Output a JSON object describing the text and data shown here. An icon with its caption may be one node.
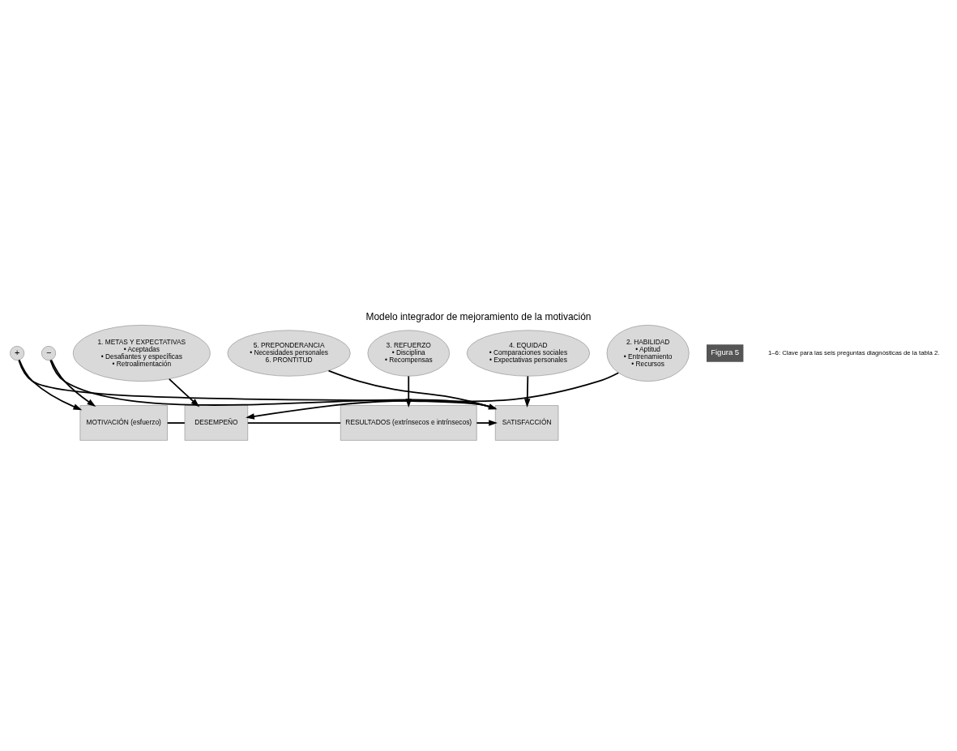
{
  "diagram": {
    "title": "Modelo integrador de mejoramiento de la motivación",
    "caption": "1–6: Clave para las seis preguntas diagnósticas de la tabla 2.",
    "nodes": [
      {
        "text": [
          "MOTIVACIÓN (esfuerzo)"
        ]
      },
      {
        "text": [
          "DESEMPEÑO"
        ]
      },
      {
        "text": [
          "RESULTADOS (extrínsecos e intrínsecos)"
        ]
      },
      {
        "text": [
          "SATISFACCIÓN"
        ]
      },
      {
        "text": [
          "3. REFUERZO",
          "• Disciplina",
          "• Recompensas"
        ]
      },
      {
        "text": [
          "1. METAS Y EXPECTATIVAS",
          "• Aceptadas",
          "• Desafiantes y específicas",
          "• Retroalimentación"
        ]
      },
      {
        "text": [
          "4. EQUIDAD",
          "• Comparaciones sociales",
          "• Expectativas personales"
        ]
      },
      {
        "text": [
          "2. HABILIDAD",
          "• Aptitud",
          "• Entrenamiento",
          "• Recursos"
        ]
      },
      {
        "text": [
          "5. PREPONDERANCIA",
          "• Necesidades personales",
          "6. PRONTITUD"
        ]
      },
      {
        "text": [
          "+"
        ]
      },
      {
        "text": [
          "−"
        ]
      }
    ],
    "edges": [
      {
        "from": 0,
        "to": 1,
        "arrow": "none"
      },
      {
        "from": 5,
        "to": 1,
        "arrow": "to"
      },
      {
        "from": 7,
        "to": 1,
        "arrow": "to"
      },
      {
        "from": 1,
        "to": 2,
        "arrow": "none"
      },
      {
        "from": 4,
        "to": 2,
        "arrow": "to"
      },
      {
        "from": 2,
        "to": 3,
        "arrow": "to"
      },
      {
        "from": 6,
        "to": 3,
        "arrow": "to"
      },
      {
        "from": 8,
        "to": 3,
        "arrow": "to"
      },
      {
        "from": 3,
        "to": 9,
        "arrow": "none"
      },
      {
        "from": 9,
        "to": 0,
        "arrow": "to"
      },
      {
        "from": 3,
        "to": 10,
        "arrow": "none"
      },
      {
        "from": 10,
        "to": 0,
        "arrow": "to"
      }
    ],
    "labels": [
      "Figura 5"
    ]
  }
}
